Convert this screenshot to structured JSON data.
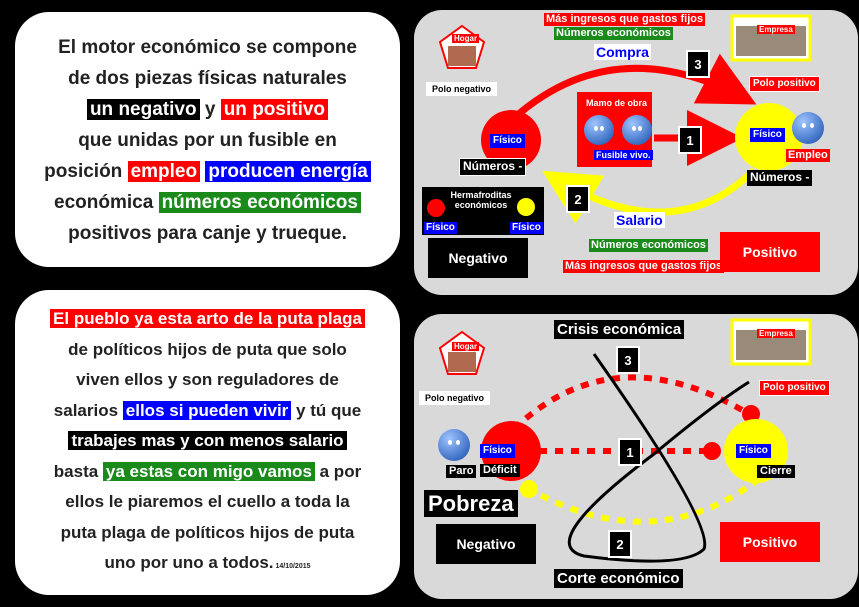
{
  "panel1": {
    "lines": [
      [
        {
          "t": "El motor económico se compone",
          "c": ""
        }
      ],
      [
        {
          "t": "de dos piezas físicas naturales",
          "c": ""
        }
      ],
      [
        {
          "t": "un negativo",
          "c": "black"
        },
        {
          "t": " y ",
          "c": ""
        },
        {
          "t": "un positivo",
          "c": "red"
        }
      ],
      [
        {
          "t": "que unidas por un fusible en",
          "c": ""
        }
      ],
      [
        {
          "t": "posición ",
          "c": ""
        },
        {
          "t": "empleo",
          "c": "red"
        },
        {
          "t": " ",
          "c": ""
        },
        {
          "t": "producen energía",
          "c": "blue"
        }
      ],
      [
        {
          "t": "económica ",
          "c": ""
        },
        {
          "t": "números económicos",
          "c": "green"
        }
      ],
      [
        {
          "t": "positivos para canje y trueque.",
          "c": ""
        }
      ]
    ]
  },
  "panel2": {
    "lines": [
      [
        {
          "t": "El pueblo ya esta arto de la puta plaga",
          "c": "red"
        }
      ],
      [
        {
          "t": "de políticos hijos de puta que solo",
          "c": ""
        }
      ],
      [
        {
          "t": "viven ellos y son reguladores de",
          "c": ""
        }
      ],
      [
        {
          "t": "salarios ",
          "c": ""
        },
        {
          "t": "ellos si pueden vivir",
          "c": "blue"
        },
        {
          "t": " y tú que",
          "c": ""
        }
      ],
      [
        {
          "t": "trabajes mas y con menos salario",
          "c": "black"
        }
      ],
      [
        {
          "t": "basta ",
          "c": ""
        },
        {
          "t": "ya estas con migo vamos",
          "c": "green"
        },
        {
          "t": " a por",
          "c": ""
        }
      ],
      [
        {
          "t": "ellos le piaremos el cuello a toda la",
          "c": ""
        }
      ],
      [
        {
          "t": "puta plaga de políticos hijos de puta",
          "c": ""
        }
      ],
      [
        {
          "t": "uno por uno a todos.",
          "c": ""
        },
        {
          "t": " 14/10/2015",
          "c": "small"
        }
      ]
    ]
  },
  "diagram1": {
    "top_red": "Más ingresos que gastos fijos",
    "top_green": "Números económicos",
    "compra": "Compra",
    "hogar": "Hogar",
    "empresa": "Empresa",
    "polo_positivo": "Polo positivo",
    "polo_negativo": "Polo negativo",
    "mamo_de_obra": "Mamo de obra",
    "fusible": "Fusible vivo.",
    "fisico": "Físico",
    "empleo": "Empleo",
    "numeros": "Números -",
    "hermafroditas": "Hermafroditas económicos",
    "salario": "Salario",
    "bottom_green": "Números económicos",
    "bottom_red": "Más ingresos que gastos fijos",
    "negativo": "Negativo",
    "positivo": "Positivo",
    "n1": "1",
    "n2": "2",
    "n3": "3"
  },
  "diagram2": {
    "crisis": "Crisis económica",
    "hogar": "Hogar",
    "empresa": "Empresa",
    "polo_positivo": "Polo positivo",
    "polo_negativo": "Polo negativo",
    "fisico": "Físico",
    "paro": "Paro",
    "deficit": "Déficit",
    "cierre": "Cierre",
    "pobreza": "Pobreza",
    "negativo": "Negativo",
    "positivo": "Positivo",
    "corte": "Corte económico",
    "n1": "1",
    "n2": "2",
    "n3": "3"
  },
  "colors": {
    "red": "#ff0000",
    "yellow": "#ffff00",
    "blue": "#0000ff",
    "green": "#1a8a1a"
  }
}
